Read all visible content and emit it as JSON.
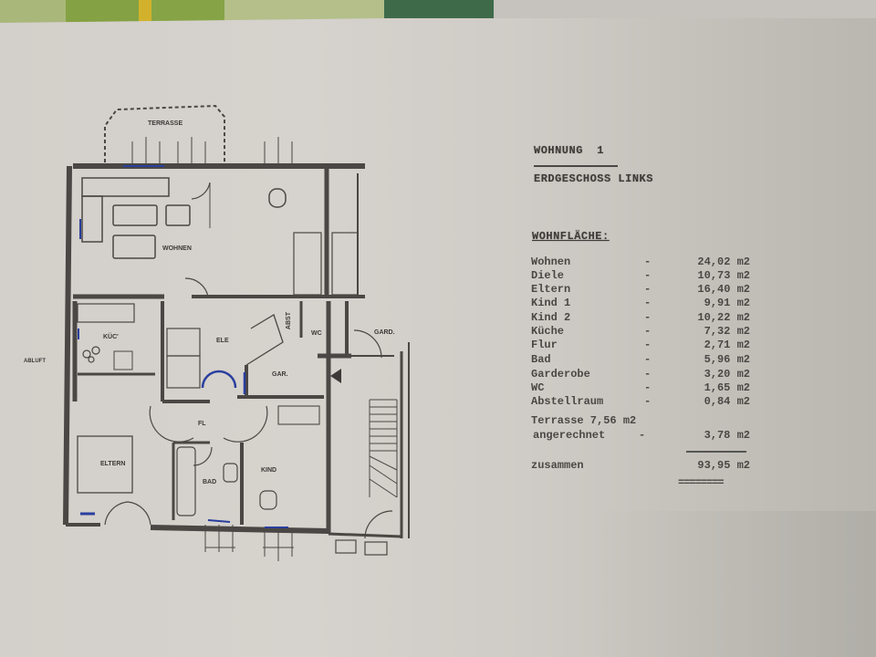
{
  "document": {
    "apartment_title": "WOHNUNG  1",
    "floor": "ERDGESCHOSS LINKS",
    "area_label": "WOHNFLÄCHE:",
    "rows": [
      {
        "name": "Wohnen",
        "dash": "-",
        "value": "24,02 m2"
      },
      {
        "name": "Diele",
        "dash": "-",
        "value": "10,73 m2"
      },
      {
        "name": "Eltern",
        "dash": "-",
        "value": "16,40 m2"
      },
      {
        "name": "Kind 1",
        "dash": "-",
        "value": "9,91 m2"
      },
      {
        "name": "Kind 2",
        "dash": "-",
        "value": "10,22 m2"
      },
      {
        "name": "Küche",
        "dash": "-",
        "value": "7,32 m2"
      },
      {
        "name": "Flur",
        "dash": "-",
        "value": "2,71 m2"
      },
      {
        "name": "Bad",
        "dash": "-",
        "value": "5,96 m2"
      },
      {
        "name": "Garderobe",
        "dash": "-",
        "value": "3,20 m2"
      },
      {
        "name": "WC",
        "dash": "-",
        "value": "1,65 m2"
      },
      {
        "name": "Abstellraum",
        "dash": "-",
        "value": "0,84 m2"
      }
    ],
    "terrace_line": "Terrasse 7,56 m2",
    "terrace_counted_label": "angerechnet",
    "terrace_counted_dash": "-",
    "terrace_counted_value": "3,78 m2",
    "total_label": "zusammen",
    "total_value": "93,95 m2",
    "double_underline": "========"
  },
  "floorplan": {
    "rooms": {
      "terrasse": "TERRASSE",
      "wohnen": "WOHNEN",
      "kueche": "KÜC'",
      "diele": "ELE",
      "abst": "ABST",
      "wc": "WC",
      "gard_outer": "GARD.",
      "gar": "GAR.",
      "flur": "FL",
      "eltern": "ELTERN",
      "bad": "BAD",
      "kind": "KIND",
      "abluft": "ABLUFT"
    }
  },
  "colors": {
    "paper": "#d4d0cb",
    "ink": "#3d3b38",
    "wall": "#4a4744",
    "blue_marks": "#2a3f9e",
    "carpet_green": "#8aa84a",
    "carpet_yellow": "#d3b42a"
  }
}
